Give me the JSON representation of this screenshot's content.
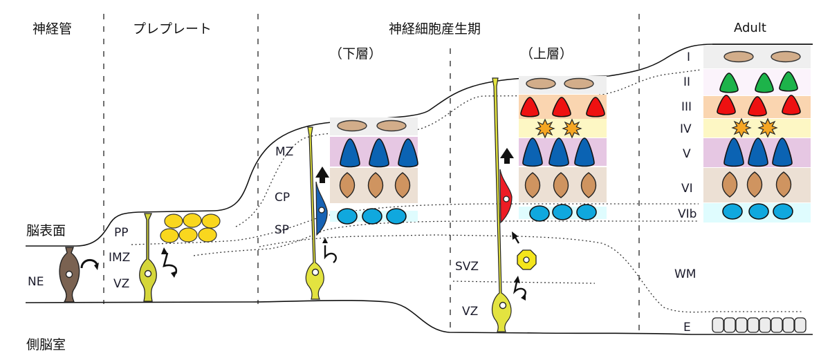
{
  "stages": {
    "neural_tube": "神経管",
    "preplate": "プレプレート",
    "neurogenesis": "神経細胞産生期",
    "lower_layer": "（下層）",
    "upper_layer": "（上層）",
    "adult": "Adult"
  },
  "side_labels": {
    "brain_surface": "脳表面",
    "lateral_ventricle": "側脳室"
  },
  "zones": {
    "ne": "NE",
    "pp": "PP",
    "imz": "IMZ",
    "vz1": "VZ",
    "mz": "MZ",
    "cp": "CP",
    "sp": "SP",
    "svz": "SVZ",
    "vz2": "VZ",
    "wm": "WM",
    "e": "E"
  },
  "adult_layers": [
    {
      "label": "I",
      "band_color": "#efefef",
      "cell": "ellipse",
      "cell_color": "#d2ad8a",
      "count": 2
    },
    {
      "label": "II",
      "band_color": "#fbf3fb",
      "cell": "triangle",
      "cell_color": "#1db34a",
      "count": 3
    },
    {
      "label": "III",
      "band_color": "#fad5b0",
      "cell": "triangle",
      "cell_color": "#ee1111",
      "count": 3
    },
    {
      "label": "IV",
      "band_color": "#fdf7c4",
      "cell": "star",
      "cell_color": "#f5a623",
      "count": 2
    },
    {
      "label": "V",
      "band_color": "#e6c7e3",
      "cell": "pyramid",
      "cell_color": "#0b63b3",
      "count": 3
    },
    {
      "label": "VI",
      "band_color": "#ece0d4",
      "cell": "lens",
      "cell_color": "#cf9460",
      "count": 3
    },
    {
      "label": "VIb",
      "band_color": "#dffcfe",
      "cell": "oval",
      "cell_color": "#10a8de",
      "count": 3
    }
  ],
  "colors": {
    "ne_cell": "#7a6251",
    "radial_glia": "#e3e340",
    "rg_yellow_bright": "#f4e51c",
    "preplate_cells": "#f9d71e",
    "migrating_blue": "#1863b4",
    "migrating_red": "#ee1c24",
    "ependymal": "#ececec"
  }
}
